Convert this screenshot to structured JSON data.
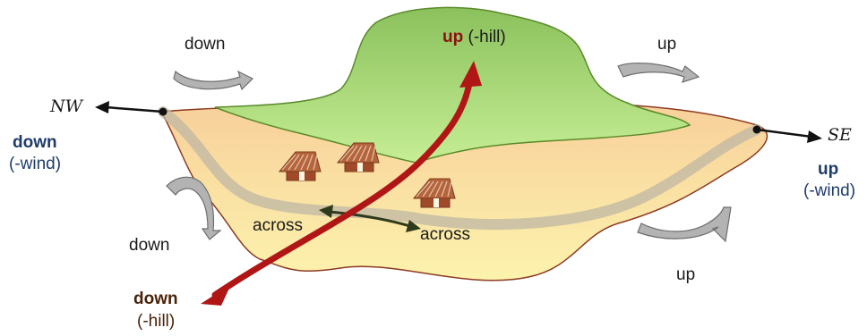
{
  "labels": {
    "nw": "NW",
    "se": "SE",
    "nw_down": "down",
    "nw_down_sub": "(-wind)",
    "se_up": "up",
    "se_up_sub": "(-wind)",
    "hill_up": "up",
    "hill_up_sub": "(-hill)",
    "hill_down": "down",
    "hill_down_sub": "(-hill)",
    "rot_top_left": "down",
    "rot_top_right": "up",
    "rot_left": "down",
    "rot_bottom_right": "up",
    "across_1": "across",
    "across_2": "across"
  },
  "colors": {
    "hill_fill": "#a9d57a",
    "hill_stroke": "#5a8a2a",
    "plain_fill": "#fbe6a2",
    "plain_stroke": "#8c3a22",
    "arrow_red": "#b01616",
    "arrow_dark_green": "#2f3a1c",
    "rotation_arrow": "#a9a9a9",
    "hut": "#a0522d"
  }
}
